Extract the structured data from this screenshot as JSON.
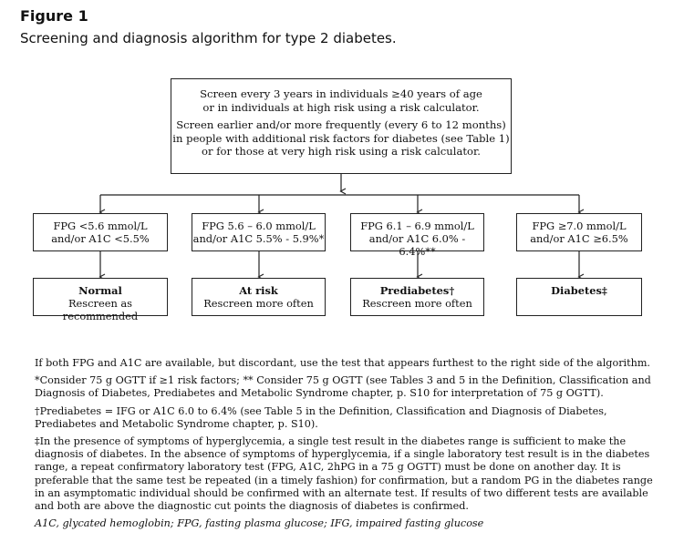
{
  "figure": {
    "label": "Figure 1",
    "caption": "Screening and diagnosis algorithm for type 2 diabetes."
  },
  "screen_box": {
    "line1": "Screen every 3 years in individuals ≥40 years of age",
    "line2": "or in individuals at high risk using a risk calculator.",
    "line3": "Screen earlier and/or more frequently (every 6 to 12 months)",
    "line4": "in people with additional risk factors for diabetes (see Table 1)",
    "line5": "or for those at very high risk using a risk calculator."
  },
  "criteria": [
    {
      "line1": "FPG <5.6 mmol/L",
      "line2": "and/or A1C <5.5%"
    },
    {
      "line1": "FPG 5.6 – 6.0 mmol/L",
      "line2": "and/or A1C 5.5% - 5.9%*"
    },
    {
      "line1": "FPG 6.1 – 6.9 mmol/L",
      "line2": "and/or A1C 6.0% - 6.4%**"
    },
    {
      "line1": "FPG ≥7.0 mmol/L",
      "line2": "and/or A1C ≥6.5%"
    }
  ],
  "outcomes": [
    {
      "label": "Normal",
      "sub": "Rescreen as recommended"
    },
    {
      "label": "At risk",
      "sub": "Rescreen more often"
    },
    {
      "label": "Prediabetes†",
      "sub": "Rescreen more often"
    },
    {
      "label": "Diabetes‡",
      "sub": ""
    }
  ],
  "notes": {
    "n1": "If both FPG and A1C are available, but discordant, use the test that appears furthest to the right side of the algorithm.",
    "n2": "*Consider 75 g OGTT if ≥1 risk factors; ** Consider 75 g OGTT (see Tables 3 and 5 in the Definition, Classification and Diagnosis of Diabetes, Prediabetes and Metabolic Syndrome chapter, p. S10 for interpretation of 75 g OGTT).",
    "n3": "†Prediabetes = IFG or A1C 6.0 to 6.4% (see Table 5 in the Definition, Classification and Diagnosis of Diabetes, Prediabetes and Metabolic Syndrome chapter, p. S10).",
    "n4": "‡In the presence of symptoms of hyperglycemia, a single test result in the diabetes range is sufficient to make the diagnosis of diabetes. In the absence of symptoms of hyperglycemia, if a single laboratory test result is in the diabetes range, a repeat confirmatory laboratory test (FPG, A1C, 2hPG in a 75 g OGTT) must be done on another day. It is preferable that the same test be repeated (in a timely fashion) for confirmation, but a random PG in the diabetes range in an asymptomatic individual should be confirmed with an alternate test. If results of two different tests are available and both are above the diagnostic cut points the diagnosis of diabetes is confirmed.",
    "abbr": "A1C, glycated hemoglobin; FPG, fasting plasma glucose; IFG, impaired fasting glucose"
  }
}
